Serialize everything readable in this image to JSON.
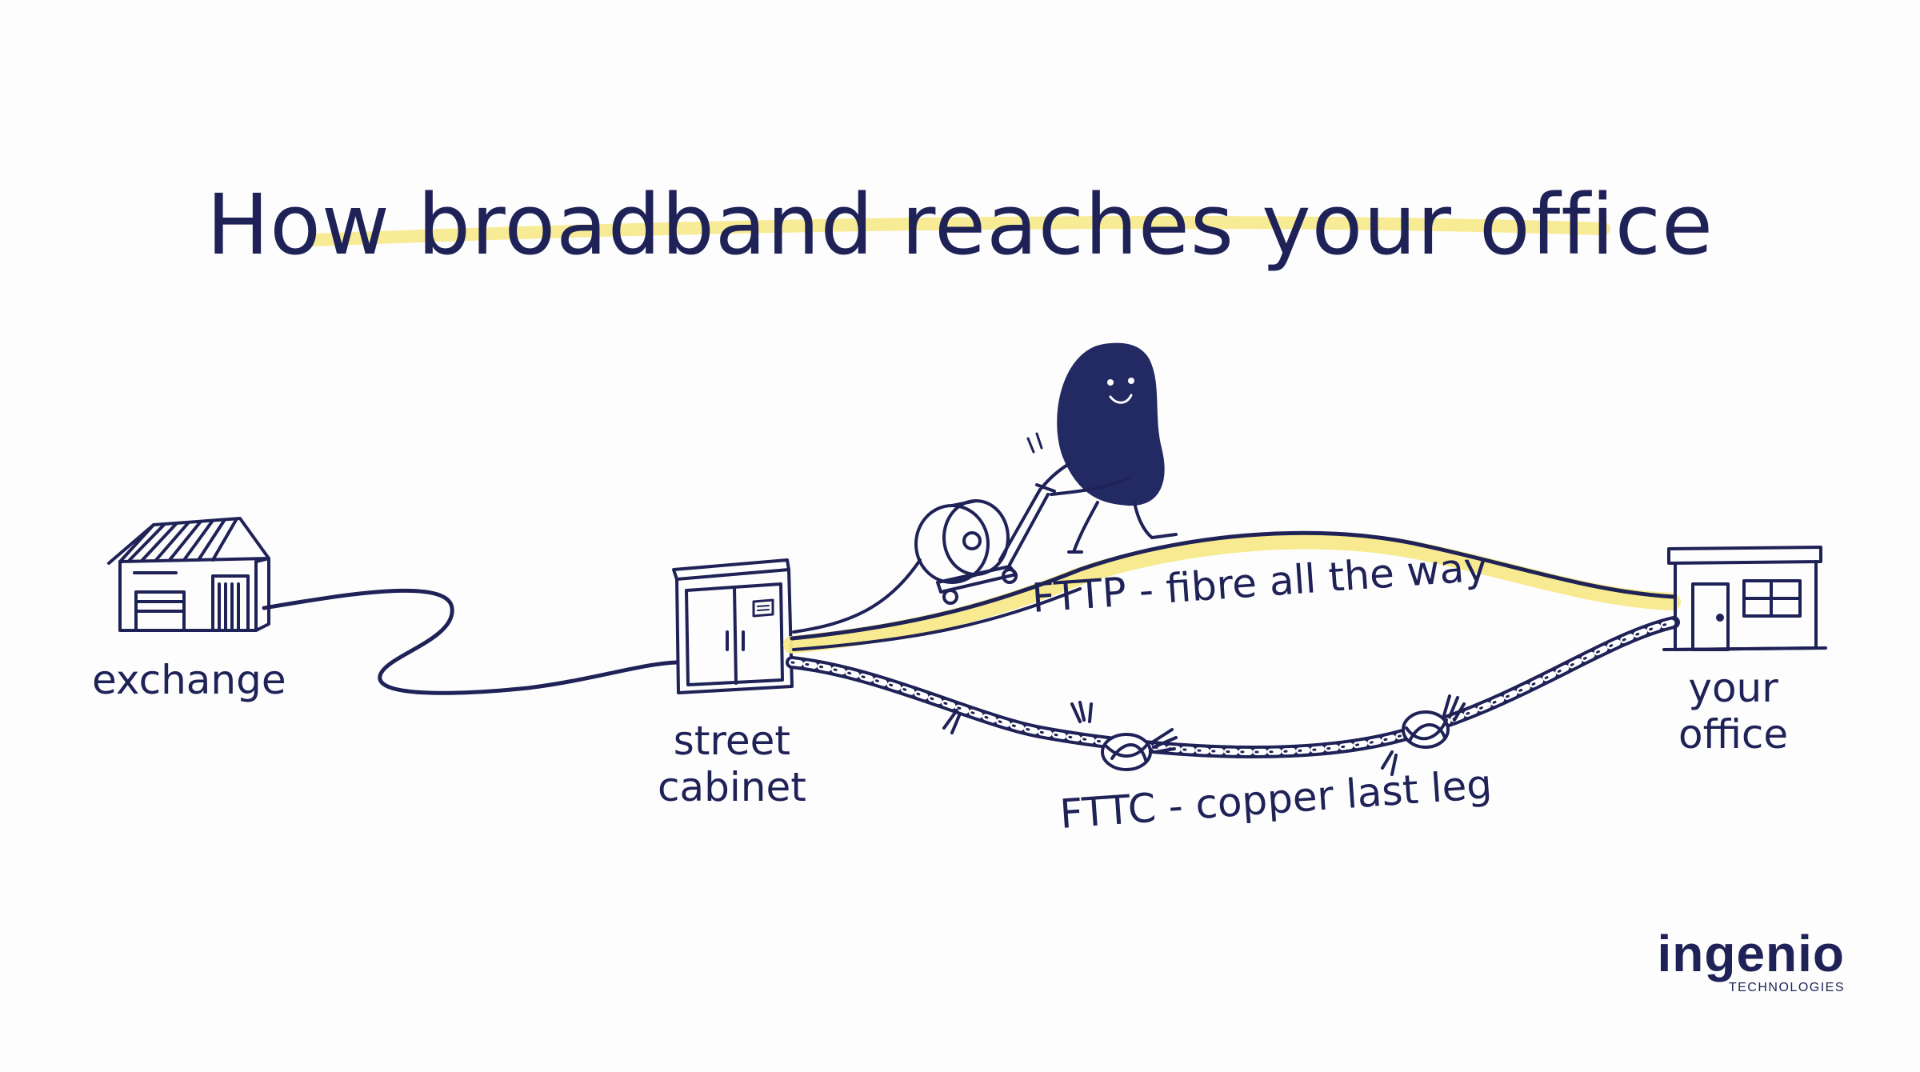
{
  "title": "How broadband reaches your office",
  "nodes": {
    "exchange": "exchange",
    "street_cabinet": [
      "street",
      "cabinet"
    ],
    "your_office": [
      "your",
      "office"
    ]
  },
  "routes": {
    "fttp": "FTTP - fibre all the way",
    "fttc": "FTTC - copper last leg"
  },
  "brand": {
    "name": "ingenio",
    "tagline": "TECHNOLOGIES"
  },
  "colors": {
    "ink": "#1f2257",
    "highlight": "#f7e98a",
    "background": "#fdfdfd"
  }
}
